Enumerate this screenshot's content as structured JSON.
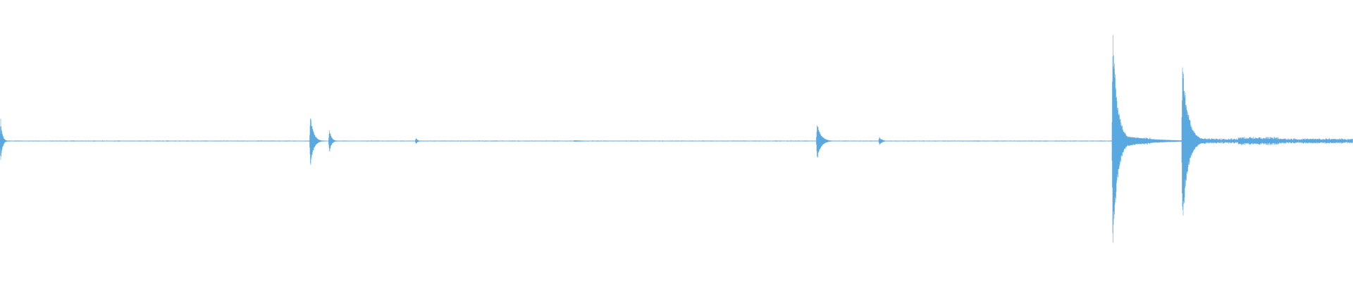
{
  "waveform": {
    "color": "#5aa8e0",
    "background": "#ffffff",
    "baseline_amplitude": 0.004,
    "events": [
      {
        "t": 0.0005,
        "amp": 0.17,
        "decay": 0.0012,
        "tail": 0.004
      },
      {
        "t": 0.123,
        "amp": 0.004,
        "decay": 0.01,
        "tail": 0.003
      },
      {
        "t": 0.2295,
        "amp": 0.2,
        "decay": 0.0022,
        "tail": 0.006
      },
      {
        "t": 0.2435,
        "amp": 0.09,
        "decay": 0.0015,
        "tail": 0.004
      },
      {
        "t": 0.3075,
        "amp": 0.025,
        "decay": 0.0012,
        "tail": 0.003
      },
      {
        "t": 0.4245,
        "amp": 0.006,
        "decay": 0.01,
        "tail": 0.003
      },
      {
        "t": 0.604,
        "amp": 0.14,
        "decay": 0.0028,
        "tail": 0.006
      },
      {
        "t": 0.65,
        "amp": 0.03,
        "decay": 0.002,
        "tail": 0.004
      },
      {
        "t": 0.722,
        "amp": 0.004,
        "decay": 0.01,
        "tail": 0.003
      },
      {
        "t": 0.8225,
        "amp": 0.83,
        "decay": 0.0035,
        "tail": 0.02
      },
      {
        "t": 0.874,
        "amp": 0.63,
        "decay": 0.004,
        "tail": 0.015
      }
    ],
    "noise_regions": [
      {
        "start": 0.8225,
        "end": 0.85,
        "amp": 0.03
      },
      {
        "start": 0.874,
        "end": 1.0,
        "amp": 0.022
      },
      {
        "start": 0.915,
        "end": 0.945,
        "amp": 0.035
      }
    ]
  }
}
